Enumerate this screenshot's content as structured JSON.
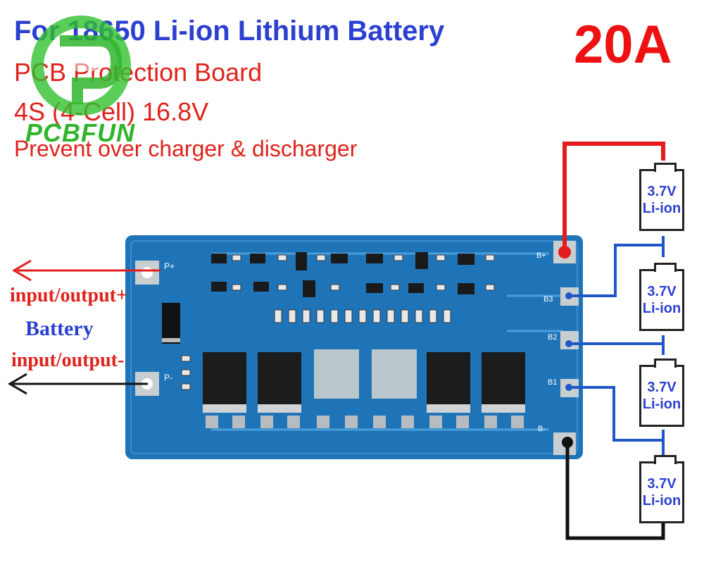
{
  "header": {
    "title": "For 18650 Li-ion Lithium Battery",
    "line2": "PCB Protection Board",
    "line3": "4S (4-Cell) 16.8V",
    "line4": "Prevent over charger & discharger",
    "current": "20A"
  },
  "watermark": {
    "brand": "PCBFUN"
  },
  "left_labels": {
    "io_plus": "input/output+",
    "battery": "Battery",
    "io_minus": "input/output-"
  },
  "board": {
    "left_pins": [
      "P+",
      "P-"
    ],
    "right_pins": [
      "B+",
      "B3",
      "B2",
      "B1",
      "B-"
    ],
    "board_color": "#1f74b8"
  },
  "cells": [
    {
      "voltage": "3.7V",
      "chem": "Li-ion"
    },
    {
      "voltage": "3.7V",
      "chem": "Li-ion"
    },
    {
      "voltage": "3.7V",
      "chem": "Li-ion"
    },
    {
      "voltage": "3.7V",
      "chem": "Li-ion"
    }
  ],
  "colors": {
    "positive_wire": "#e41c1c",
    "negative_wire": "#111111",
    "balance_wire": "#1f57c8"
  }
}
